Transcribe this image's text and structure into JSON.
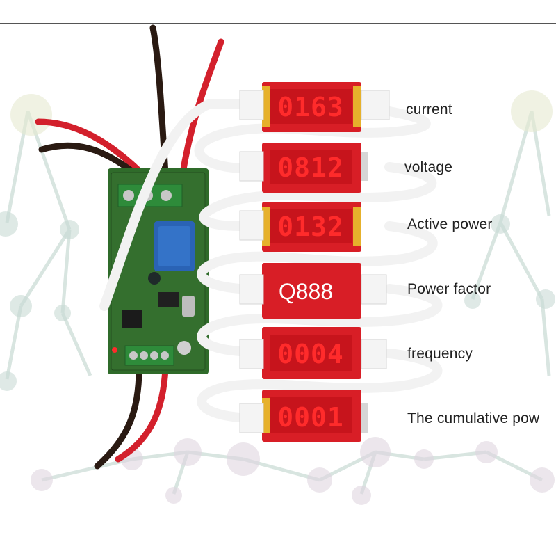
{
  "displays": [
    {
      "reading": "0163",
      "label": "current"
    },
    {
      "reading": "0812",
      "label": "voltage"
    },
    {
      "reading": "0132",
      "label": "Active power"
    },
    {
      "reading": "Q888",
      "label": "Power factor"
    },
    {
      "reading": "0004",
      "label": "frequency"
    },
    {
      "reading": "0001",
      "label": "The cumulative pow"
    }
  ],
  "colors": {
    "display_red": "#d81e26",
    "digit_red": "#ff2b2b",
    "pcb_green": "#2f6b2a",
    "terminal_green": "#2e8b3a",
    "cable_white": "#f2f2f2",
    "wire_red": "#d3202c",
    "wire_black": "#2a1a12"
  }
}
